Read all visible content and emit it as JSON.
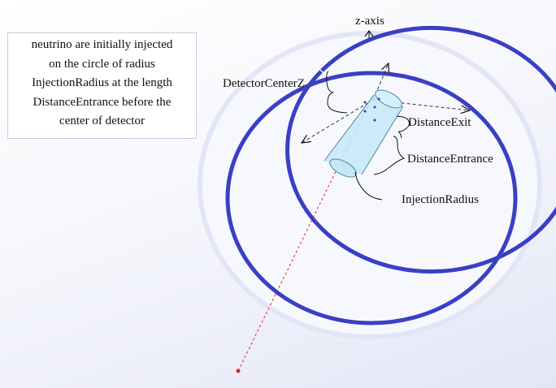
{
  "note": {
    "lines": [
      "neutrino are initially injected",
      "on the circle of radius",
      "InjectionRadius at the length",
      "DistanceEntrance before the",
      "center of detector"
    ]
  },
  "labels": {
    "z_axis": "z-axis",
    "detector_center_z": "DetectorCenterZ",
    "distance_exit": "DistanceExit",
    "distance_entrance": "DistanceEntrance",
    "injection_radius": "InjectionRadius"
  },
  "colors": {
    "detector_ring": "#3a3fc4",
    "outer_halo": "#e3e5f7",
    "cylinder_fill": "#c4e8f8",
    "cylinder_stroke": "#4a86a6",
    "track": "#e0202a",
    "axis": "#111111"
  }
}
